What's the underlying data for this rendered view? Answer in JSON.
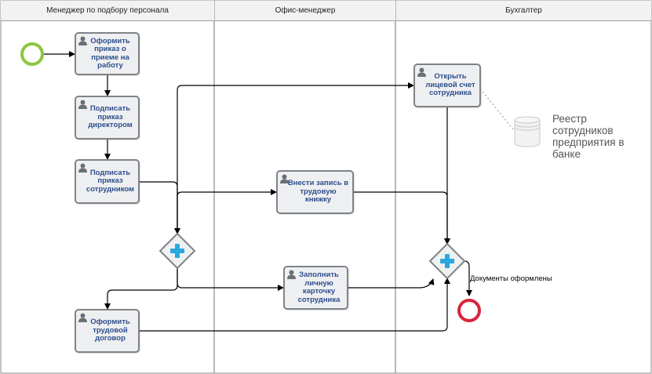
{
  "lanes": [
    {
      "title": "Менеджер по подбору персонала"
    },
    {
      "title": "Офис-менеджер"
    },
    {
      "title": "Бухгалтер"
    }
  ],
  "tasks": {
    "order_hire": "Оформить приказ о приеме на работу",
    "sign_director": "Подписать приказ директором",
    "sign_employee": "Подписать приказ сотрудником",
    "labor_contract": "Оформить трудовой договор",
    "employment_book": "Внести запись в трудовую книжку",
    "personal_card": "Заполнить личную карточку сотрудника",
    "open_account": "Открыть лицевой счет сотрудника"
  },
  "end_event_label": "Документы оформлены",
  "data_store_label": "Реестр сотрудников предприятия в банке",
  "colors": {
    "start_event": "#8cc63f",
    "end_event": "#d7263d",
    "gateway_plus": "#29a8e0",
    "task_border": "#7f8388",
    "task_fill": "#eeeff1",
    "task_text": "#2d4e8c"
  },
  "icons": [
    "user-icon",
    "plus-icon",
    "data-store-icon"
  ]
}
